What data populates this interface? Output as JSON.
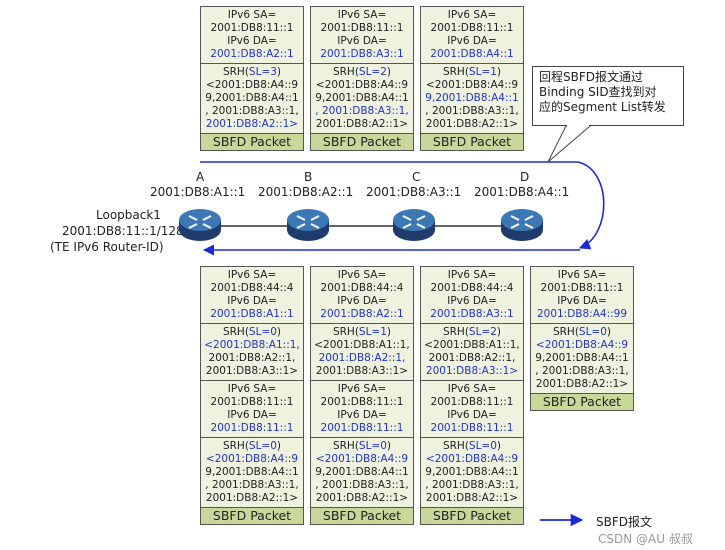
{
  "callout_text": [
    "回程SBFD报文通过",
    "Binding SID查找到对",
    "应的Segment List转发"
  ],
  "nodes": [
    {
      "letter": "A",
      "addr": "2001:DB8:A1::1"
    },
    {
      "letter": "B",
      "addr": "2001:DB8:A2::1"
    },
    {
      "letter": "C",
      "addr": "2001:DB8:A3::1"
    },
    {
      "letter": "D",
      "addr": "2001:DB8:A4::1"
    }
  ],
  "loopback": [
    "Loopback1",
    "2001:DB8:11::1/128",
    "(TE IPv6 Router-ID)"
  ],
  "legend": "SBFD报文",
  "watermark": "CSDN @AU 叔叔",
  "top_packets": [
    {
      "sa": "IPv6 SA=",
      "sa_val": "2001:DB8:11::1",
      "da": "IPv6 DA=",
      "da_val": "2001:DB8:A2::1",
      "srh": "SRH(",
      "sl": "SL=3",
      "srh_end": ")",
      "l1": "<2001:DB8:A4::9",
      "l2": "9,2001:DB8:A4::1",
      "l3": ", 2001:DB8:A3::1,",
      "l4": "2001:DB8:A2::1>",
      "foot": "SBFD Packet"
    },
    {
      "sa": "IPv6 SA=",
      "sa_val": "2001:DB8:11::1",
      "da": "IPv6 DA=",
      "da_val": "2001:DB8:A3::1",
      "srh": "SRH(",
      "sl": "SL=2",
      "srh_end": ")",
      "l1": "<2001:DB8:A4::9",
      "l2": "9,2001:DB8:A4::1",
      "l3": ", 2001:DB8:A3::1,",
      "l4": "2001:DB8:A2::1>",
      "foot": "SBFD Packet"
    },
    {
      "sa": "IPv6 SA=",
      "sa_val": "2001:DB8:11::1",
      "da": "IPv6 DA=",
      "da_val": "2001:DB8:A4::1",
      "srh": "SRH(",
      "sl": "SL=1",
      "srh_end": ")",
      "l1": "<2001:DB8:A4::9",
      "l2": "9,2001:DB8:A4::1",
      "l3": ", 2001:DB8:A3::1,",
      "l4": "2001:DB8:A2::1>",
      "foot": "SBFD Packet"
    }
  ],
  "bottom_packets": [
    {
      "o_sa": "IPv6 SA=",
      "o_sa_val": "2001:DB8:44::4",
      "o_da": "IPv6 DA=",
      "o_da_val": "2001:DB8:A1::1",
      "o_srh": "SRH(",
      "o_sl": "SL=0",
      "o_end": ")",
      "o1": "<2001:DB8:A1::1,",
      "o2": "2001:DB8:A2::1,",
      "o3": "2001:DB8:A3::1>",
      "i_sa": "IPv6 SA=",
      "i_sa_val": "2001:DB8:11::1",
      "i_da": "IPv6 DA=",
      "i_da_val": "2001:DB8:11::1",
      "i_srh": "SRH(",
      "i_sl": "SL=0",
      "i_end": ")",
      "i1": "<2001:DB8:A4::9",
      "i2": "9,2001:DB8:A4::1",
      "i3": ", 2001:DB8:A3::1,",
      "i4": "2001:DB8:A2::1>",
      "foot": "SBFD Packet"
    },
    {
      "o_sa": "IPv6 SA=",
      "o_sa_val": "2001:DB8:44::4",
      "o_da": "IPv6 DA=",
      "o_da_val": "2001:DB8:A2::1",
      "o_srh": "SRH(",
      "o_sl": "SL=1",
      "o_end": ")",
      "o1": "<2001:DB8:A1::1,",
      "o2": "2001:DB8:A2::1,",
      "o3": "2001:DB8:A3::1>",
      "i_sa": "IPv6 SA=",
      "i_sa_val": "2001:DB8:11::1",
      "i_da": "IPv6 DA=",
      "i_da_val": "2001:DB8:11::1",
      "i_srh": "SRH(",
      "i_sl": "SL=0",
      "i_end": ")",
      "i1": "<2001:DB8:A4::9",
      "i2": "9,2001:DB8:A4::1",
      "i3": ", 2001:DB8:A3::1,",
      "i4": "2001:DB8:A2::1>",
      "foot": "SBFD Packet"
    },
    {
      "o_sa": "IPv6 SA=",
      "o_sa_val": "2001:DB8:44::4",
      "o_da": "IPv6 DA=",
      "o_da_val": "2001:DB8:A3::1",
      "o_srh": "SRH(",
      "o_sl": "SL=2",
      "o_end": ")",
      "o1": "<2001:DB8:A1::1,",
      "o2": "2001:DB8:A2::1,",
      "o3": "2001:DB8:A3::1>",
      "i_sa": "IPv6 SA=",
      "i_sa_val": "2001:DB8:11::1",
      "i_da": "IPv6 DA=",
      "i_da_val": "2001:DB8:11::1",
      "i_srh": "SRH(",
      "i_sl": "SL=0",
      "i_end": ")",
      "i1": "<2001:DB8:A4::9",
      "i2": "9,2001:DB8:A4::1",
      "i3": ", 2001:DB8:A3::1,",
      "i4": "2001:DB8:A2::1>",
      "foot": "SBFD Packet"
    }
  ],
  "right_packet": {
    "sa": "IPv6 SA=",
    "sa_val": "2001:DB8:11::1",
    "da": "IPv6 DA=",
    "da_val": "2001:DB8:A4::99",
    "srh": "SRH(",
    "sl": "SL=0",
    "srh_end": ")",
    "l1": "<2001:DB8:A4::9",
    "l2": "9,2001:DB8:A4::1",
    "l3": ", 2001:DB8:A3::1,",
    "l4": "2001:DB8:A2::1>",
    "foot": "SBFD Packet"
  }
}
